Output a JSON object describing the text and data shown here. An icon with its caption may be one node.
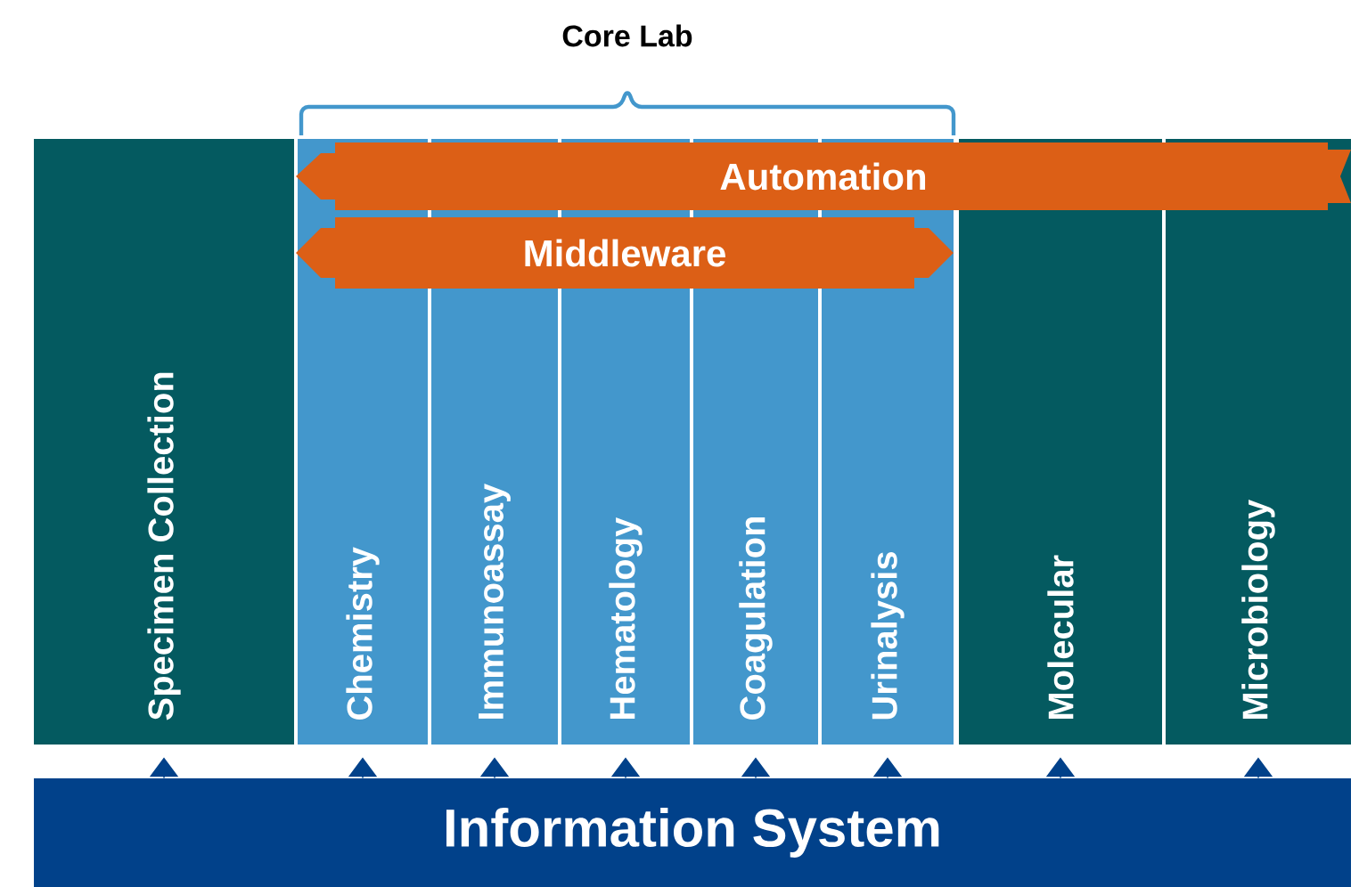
{
  "diagram": {
    "nodes": [
      {
        "text": [
          "Specimen Collection"
        ]
      },
      {
        "text": [
          "Chemistry"
        ]
      },
      {
        "text": [
          "Immunoassay"
        ]
      },
      {
        "text": [
          "Hematology"
        ]
      },
      {
        "text": [
          "Coagulation"
        ]
      },
      {
        "text": [
          "Urinalysis"
        ]
      },
      {
        "text": [
          "Molecular"
        ]
      },
      {
        "text": [
          "Microbiology"
        ]
      },
      {
        "text": [
          "Automation"
        ]
      },
      {
        "text": [
          "Middleware"
        ]
      },
      {
        "text": [
          "Information System"
        ]
      }
    ],
    "edges": [
      {
        "from": 10,
        "to": 0,
        "arrow": "to"
      },
      {
        "from": 10,
        "to": 1,
        "arrow": "to"
      },
      {
        "from": 10,
        "to": 2,
        "arrow": "to"
      },
      {
        "from": 10,
        "to": 3,
        "arrow": "to"
      },
      {
        "from": 10,
        "to": 4,
        "arrow": "to"
      },
      {
        "from": 10,
        "to": 5,
        "arrow": "to"
      },
      {
        "from": 10,
        "to": 6,
        "arrow": "to"
      },
      {
        "from": 10,
        "to": 7,
        "arrow": "to"
      }
    ],
    "labels": [
      "Core Lab"
    ]
  }
}
